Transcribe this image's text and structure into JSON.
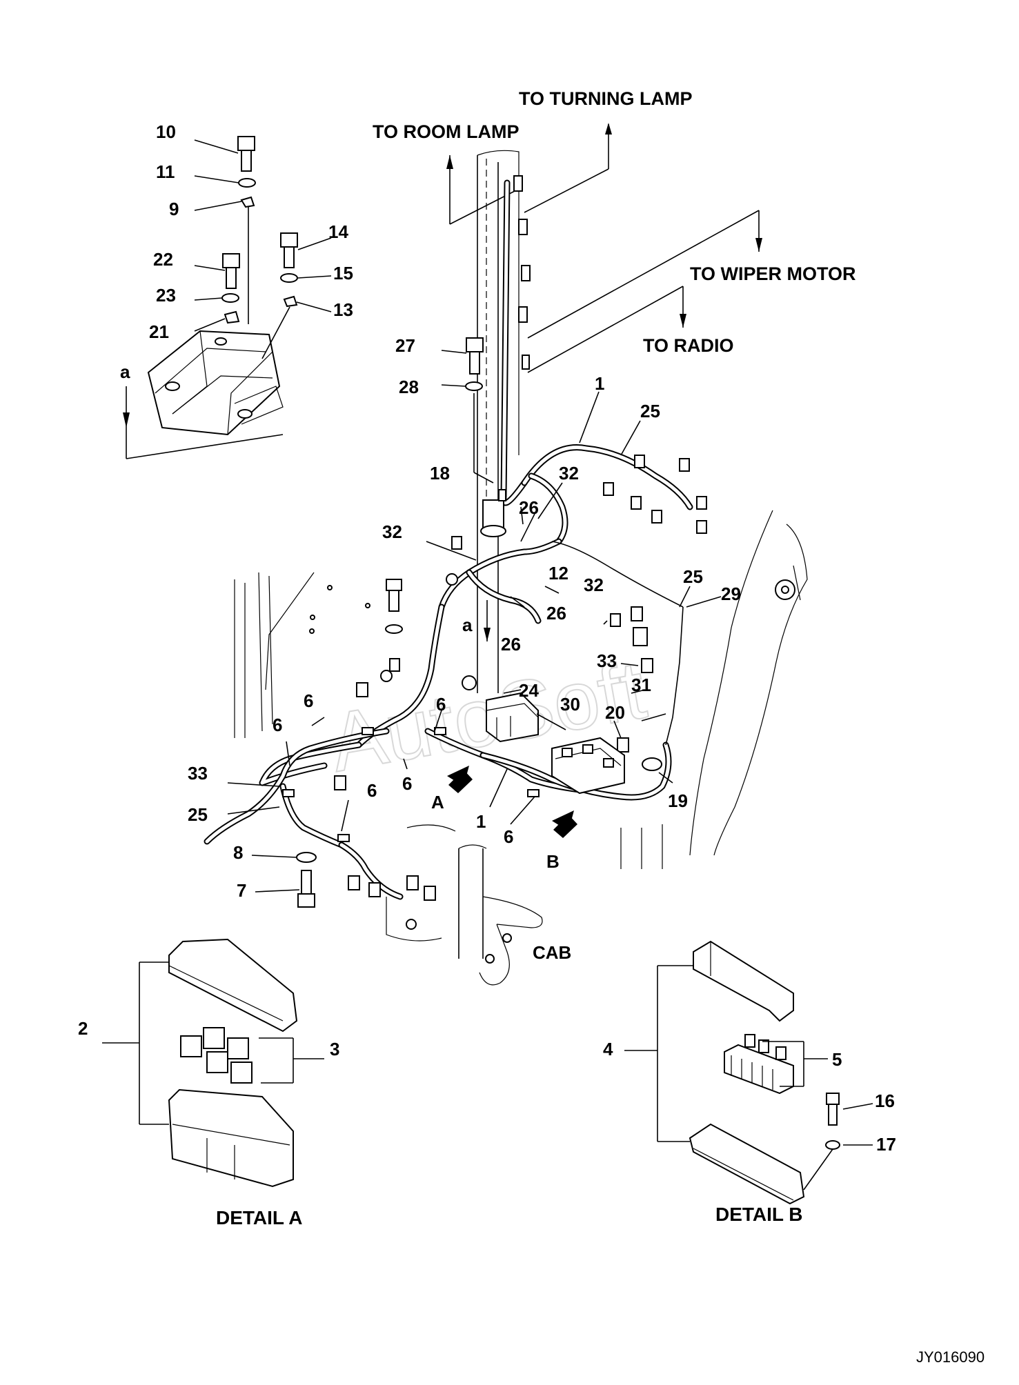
{
  "destinations": {
    "turning_lamp": "TO TURNING LAMP",
    "room_lamp": "TO ROOM LAMP",
    "wiper_motor": "TO WIPER MOTOR",
    "radio": "TO RADIO"
  },
  "part_numbers": {
    "p1": "1",
    "p2": "2",
    "p3": "3",
    "p4": "4",
    "p5": "5",
    "p6": "6",
    "p7": "7",
    "p8": "8",
    "p9": "9",
    "p10": "10",
    "p11": "11",
    "p12": "12",
    "p13": "13",
    "p14": "14",
    "p15": "15",
    "p16": "16",
    "p17": "17",
    "p18": "18",
    "p19": "19",
    "p20": "20",
    "p21": "21",
    "p22": "22",
    "p23": "23",
    "p24": "24",
    "p25": "25",
    "p26": "26",
    "p27": "27",
    "p28": "28",
    "p29": "29",
    "p30": "30",
    "p31": "31",
    "p32": "32",
    "p33": "33"
  },
  "view_letters": {
    "a": "a",
    "A": "A",
    "B": "B"
  },
  "area_labels": {
    "cab": "CAB"
  },
  "details": {
    "detail_a": "DETAIL A",
    "detail_b": "DETAIL B"
  },
  "watermark": "AutoSoft",
  "drawing_code": "JY016090"
}
